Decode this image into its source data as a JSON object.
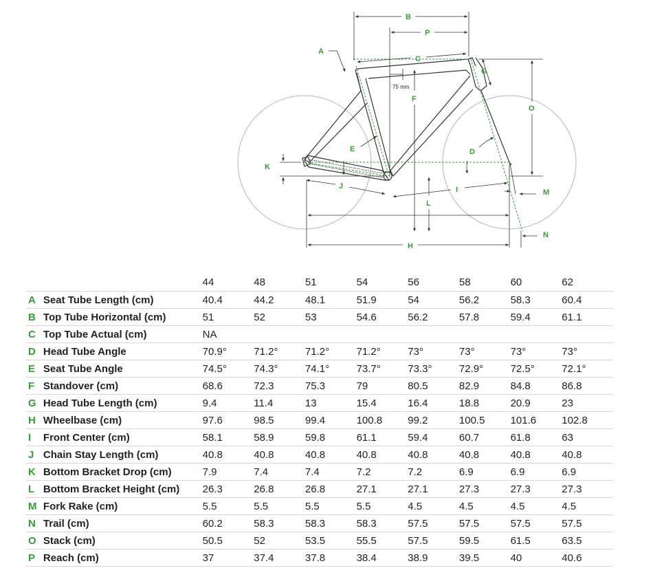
{
  "diagram": {
    "labels": {
      "A": "A",
      "B": "B",
      "C": "C",
      "D": "D",
      "E": "E",
      "F": "F",
      "G": "G",
      "H": "H",
      "I": "I",
      "J": "J",
      "K": "K",
      "L": "L",
      "M": "M",
      "N": "N",
      "O": "O",
      "P": "P"
    },
    "seat_offset_note": "75 mm",
    "colors": {
      "accent": "#3a9a3a",
      "frame": "#333333",
      "wheel": "#b5b5b5"
    }
  },
  "table": {
    "sizes": [
      "44",
      "48",
      "51",
      "54",
      "56",
      "58",
      "60",
      "62"
    ],
    "rows": [
      {
        "letter": "A",
        "name": "Seat Tube Length (cm)",
        "values": [
          "40.4",
          "44.2",
          "48.1",
          "51.9",
          "54",
          "56.2",
          "58.3",
          "60.4"
        ]
      },
      {
        "letter": "B",
        "name": "Top Tube Horizontal (cm)",
        "values": [
          "51",
          "52",
          "53",
          "54.6",
          "56.2",
          "57.8",
          "59.4",
          "61.1"
        ]
      },
      {
        "letter": "C",
        "name": "Top Tube Actual (cm)",
        "values": [
          "NA",
          "",
          "",
          "",
          "",
          "",
          "",
          ""
        ]
      },
      {
        "letter": "D",
        "name": "Head Tube Angle",
        "values": [
          "70.9°",
          "71.2°",
          "71.2°",
          "71.2°",
          "73°",
          "73°",
          "73°",
          "73°"
        ]
      },
      {
        "letter": "E",
        "name": "Seat Tube Angle",
        "values": [
          "74.5°",
          "74.3°",
          "74.1°",
          "73.7°",
          "73.3°",
          "72.9°",
          "72.5°",
          "72.1°"
        ]
      },
      {
        "letter": "F",
        "name": "Standover (cm)",
        "values": [
          "68.6",
          "72.3",
          "75.3",
          "79",
          "80.5",
          "82.9",
          "84.8",
          "86.8"
        ]
      },
      {
        "letter": "G",
        "name": "Head Tube Length (cm)",
        "values": [
          "9.4",
          "11.4",
          "13",
          "15.4",
          "16.4",
          "18.8",
          "20.9",
          "23"
        ]
      },
      {
        "letter": "H",
        "name": "Wheelbase (cm)",
        "values": [
          "97.6",
          "98.5",
          "99.4",
          "100.8",
          "99.2",
          "100.5",
          "101.6",
          "102.8"
        ]
      },
      {
        "letter": "I",
        "name": "Front Center (cm)",
        "values": [
          "58.1",
          "58.9",
          "59.8",
          "61.1",
          "59.4",
          "60.7",
          "61.8",
          "63"
        ]
      },
      {
        "letter": "J",
        "name": "Chain Stay Length (cm)",
        "values": [
          "40.8",
          "40.8",
          "40.8",
          "40.8",
          "40.8",
          "40.8",
          "40.8",
          "40.8"
        ]
      },
      {
        "letter": "K",
        "name": "Bottom Bracket Drop (cm)",
        "values": [
          "7.9",
          "7.4",
          "7.4",
          "7.2",
          "7.2",
          "6.9",
          "6.9",
          "6.9"
        ]
      },
      {
        "letter": "L",
        "name": "Bottom Bracket Height (cm)",
        "values": [
          "26.3",
          "26.8",
          "26.8",
          "27.1",
          "27.1",
          "27.3",
          "27.3",
          "27.3"
        ]
      },
      {
        "letter": "M",
        "name": "Fork Rake (cm)",
        "values": [
          "5.5",
          "5.5",
          "5.5",
          "5.5",
          "4.5",
          "4.5",
          "4.5",
          "4.5"
        ]
      },
      {
        "letter": "N",
        "name": "Trail (cm)",
        "values": [
          "60.2",
          "58.3",
          "58.3",
          "58.3",
          "57.5",
          "57.5",
          "57.5",
          "57.5"
        ]
      },
      {
        "letter": "O",
        "name": "Stack (cm)",
        "values": [
          "50.5",
          "52",
          "53.5",
          "55.5",
          "57.5",
          "59.5",
          "61.5",
          "63.5"
        ]
      },
      {
        "letter": "P",
        "name": "Reach (cm)",
        "values": [
          "37",
          "37.4",
          "37.8",
          "38.4",
          "38.9",
          "39.5",
          "40",
          "40.6"
        ]
      }
    ]
  }
}
